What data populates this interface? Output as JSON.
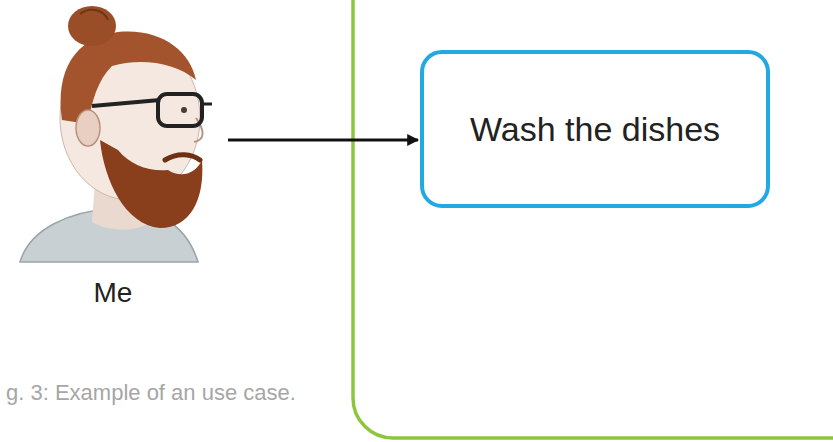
{
  "diagram": {
    "caption": "g. 3: Example of an use case.",
    "nodes": [
      {
        "text": [
          "Me"
        ]
      },
      {
        "text": [
          "Wash the dishes"
        ]
      }
    ],
    "edges": [
      {
        "from": 0,
        "to": 1,
        "arrow": "to"
      }
    ]
  }
}
